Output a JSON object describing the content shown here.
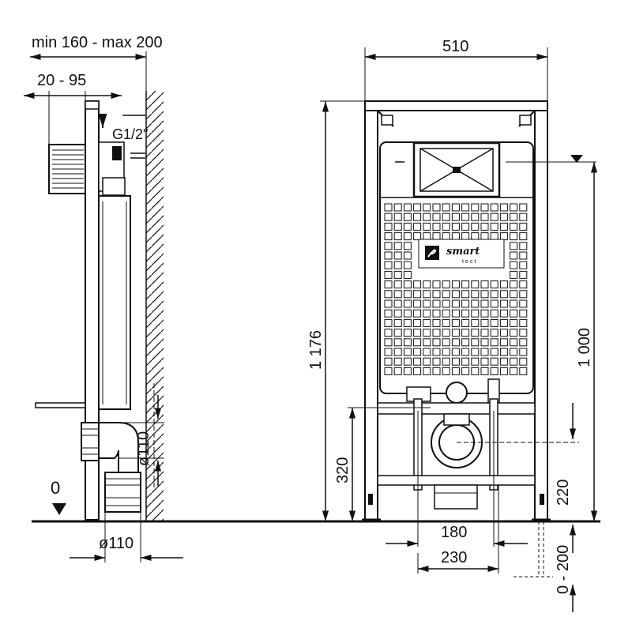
{
  "drawing": {
    "side_view": {
      "depth_range": "min 160 - max 200",
      "button_depth": "20 - 95",
      "water_inlet": "G1/2\"",
      "pipe_vertical_dia": "ø110",
      "pipe_horizontal_dia": "ø110",
      "floor_level": "0"
    },
    "front_view": {
      "width": "510",
      "height_total": "1 176",
      "inlet_height": "1 000",
      "drain_height": "320",
      "stud_height": "220",
      "stud_spacing": "180",
      "feet_spacing": "230",
      "feet_extension": "0 - 200",
      "logo_text": "smart",
      "logo_subtext": "tect"
    }
  }
}
